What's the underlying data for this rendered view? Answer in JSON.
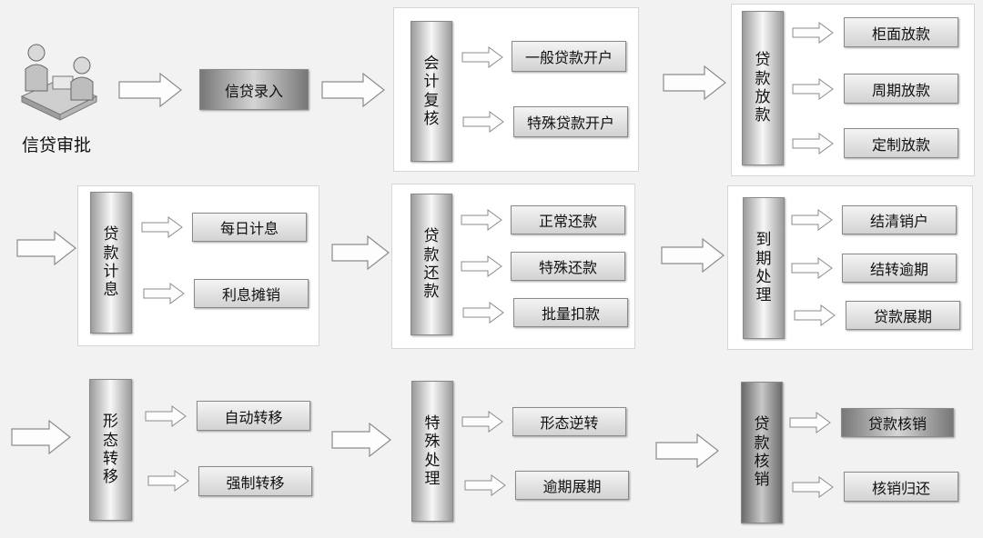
{
  "approval": {
    "label": "信贷审批",
    "icon": "people-meeting-icon"
  },
  "entry": {
    "label": "信贷录入"
  },
  "accounting_review": {
    "title": "会计复核",
    "items": [
      "一般贷款开户",
      "特殊贷款开户"
    ]
  },
  "disbursement": {
    "title": "贷款放款",
    "items": [
      "柜面放款",
      "周期放款",
      "定制放款"
    ]
  },
  "interest": {
    "title": "贷款计息",
    "items": [
      "每日计息",
      "利息摊销"
    ]
  },
  "repayment": {
    "title": "贷款还款",
    "items": [
      "正常还款",
      "特殊还款",
      "批量扣款"
    ]
  },
  "maturity": {
    "title": "到期处理",
    "items": [
      "结清销户",
      "结转逾期",
      "贷款展期"
    ]
  },
  "status_transfer": {
    "title": "形态转移",
    "items": [
      "自动转移",
      "强制转移"
    ]
  },
  "special": {
    "title": "特殊处理",
    "items": [
      "形态逆转",
      "逾期展期"
    ]
  },
  "writeoff": {
    "title": "贷款核销",
    "items": [
      "贷款核销",
      "核销归还"
    ]
  }
}
